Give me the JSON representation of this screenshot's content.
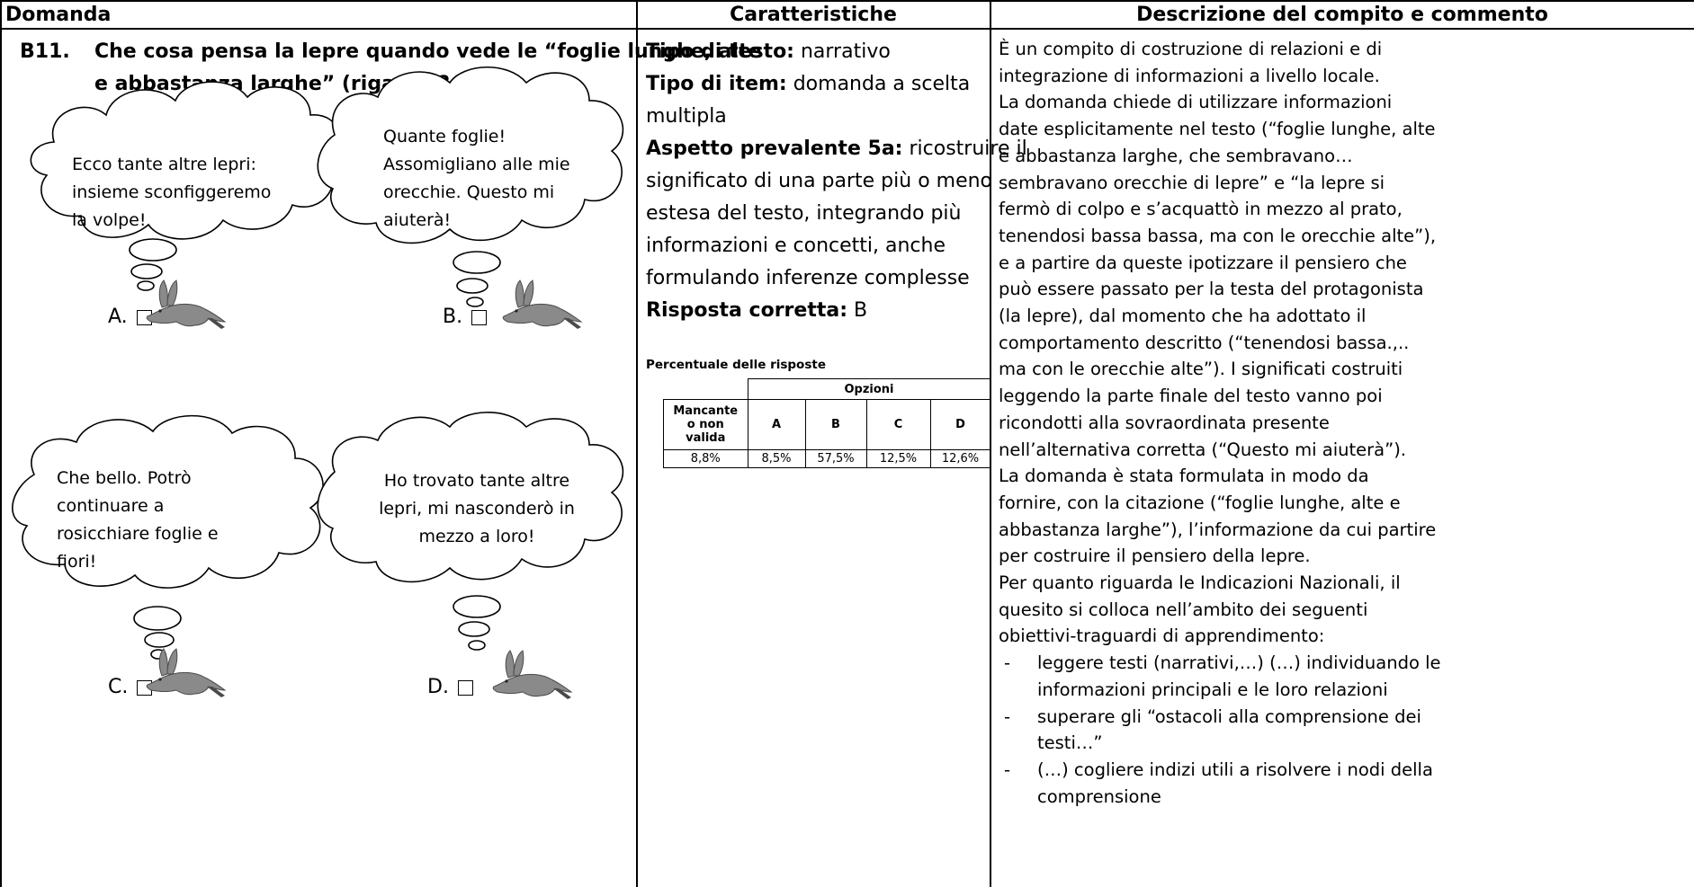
{
  "headers": {
    "domanda": "Domanda",
    "caratteristiche": "Caratteristiche",
    "descrizione": "Descrizione del compito e commento"
  },
  "question": {
    "number": "B11.",
    "line1": "Che cosa pensa la lepre quando vede le “foglie lunghe, alte",
    "line2": "e abbastanza larghe” (riga 27)?"
  },
  "options": [
    {
      "label": "A.",
      "lines": [
        "Ecco tante altre lepri:",
        "insieme sconfiggeremo",
        "la volpe!"
      ]
    },
    {
      "label": "B.",
      "lines": [
        "Quante foglie!",
        "Assomigliano alle mie",
        "orecchie. Questo mi",
        "aiuterà!"
      ]
    },
    {
      "label": "C.",
      "lines": [
        "Che bello. Potrò",
        "continuare a",
        "rosicchiare foglie e",
        "fiori!"
      ]
    },
    {
      "label": "D.",
      "lines": [
        "Ho trovato tante altre",
        "lepri, mi nasconderò in",
        "mezzo a loro!"
      ]
    }
  ],
  "characteristics": {
    "tipo_testo_label": "Tipo di testo:",
    "tipo_testo_value": " narrativo",
    "tipo_item_label": "Tipo di item:",
    "tipo_item_value_1": " domanda a scelta",
    "tipo_item_value_2": "multipla",
    "aspetto_label": "Aspetto prevalente 5a:",
    "aspetto_value_1": " ricostruire il",
    "aspetto_lines": [
      "significato di una parte più o meno",
      "estesa del testo, integrando più",
      "informazioni e concetti, anche",
      "formulando inferenze complesse"
    ],
    "risposta_label": "Risposta corretta:",
    "risposta_value": " B"
  },
  "percent_table": {
    "caption": "Percentuale delle risposte",
    "opzioni_header": "Opzioni",
    "missing_header": [
      "Mancante",
      "o non",
      "valida"
    ],
    "option_headers": [
      "A",
      "B",
      "C",
      "D"
    ],
    "values": [
      "8,8%",
      "8,5%",
      "57,5%",
      "12,5%",
      "12,6%"
    ]
  },
  "description": {
    "lines": [
      "È un compito di costruzione di relazioni e di",
      "integrazione di informazioni a livello locale.",
      "La domanda chiede di utilizzare informazioni",
      "date esplicitamente nel testo (“foglie lunghe, alte",
      "e abbastanza larghe, che sembravano…",
      "sembravano orecchie di lepre” e “la lepre si",
      "fermò di colpo e s’acquattò in mezzo al prato,",
      "tenendosi bassa bassa, ma con le orecchie alte”),",
      "e a partire da queste ipotizzare il pensiero che",
      "può essere passato per la testa del protagonista",
      "(la lepre), dal momento che ha adottato il",
      "comportamento descritto (“tenendosi bassa.,..",
      "ma con le orecchie alte”). I significati costruiti",
      "leggendo la parte finale del testo vanno poi",
      "ricondotti alla sovraordinata presente",
      "nell’alternativa corretta (“Questo mi aiuterà”).",
      "La domanda è stata formulata in modo da",
      "fornire, con la citazione (“foglie lunghe, alte e",
      "abbastanza larghe”), l’informazione da cui partire",
      "per costruire il pensiero della lepre.",
      "Per quanto riguarda le Indicazioni Nazionali, il",
      "quesito si colloca nell’ambito dei seguenti",
      "obiettivi-traguardi di apprendimento:"
    ],
    "bullet_dash": "-",
    "bullets": [
      [
        "leggere testi (narrativi,…)  (…) individuando le",
        "informazioni principali e le loro relazioni"
      ],
      [
        "superare gli “ostacoli alla comprensione dei",
        "testi…”"
      ],
      [
        "(…) cogliere indizi utili a risolvere i nodi della",
        "comprensione"
      ]
    ]
  },
  "colors": {
    "line": "#000000",
    "hare_body": "#8a8a8a",
    "hare_dark": "#4a4a4a"
  }
}
